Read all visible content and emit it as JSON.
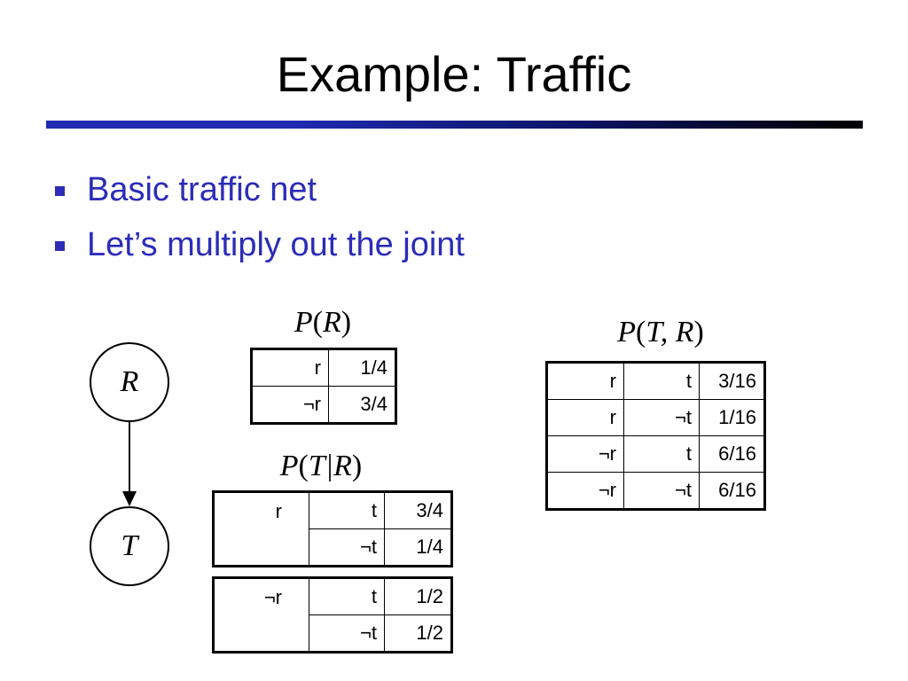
{
  "slide": {
    "title": "Example: Traffic",
    "bullets": [
      "Basic traffic net",
      "Let’s multiply out the joint"
    ]
  },
  "network": {
    "nodes": [
      "R",
      "T"
    ],
    "edge": {
      "from": "R",
      "to": "T"
    }
  },
  "tables": {
    "p_r": {
      "label": {
        "f": "P",
        "open": "(",
        "args": "R",
        "close": ")"
      },
      "rows": [
        [
          "r",
          "1/4"
        ],
        [
          "¬r",
          "3/4"
        ]
      ]
    },
    "p_t_given_r": {
      "label": {
        "f": "P",
        "open": "(",
        "args": "T|R",
        "close": ")"
      },
      "blocks": [
        {
          "r": "r",
          "rows": [
            [
              "t",
              "3/4"
            ],
            [
              "¬t",
              "1/4"
            ]
          ]
        },
        {
          "r": "¬r",
          "rows": [
            [
              "t",
              "1/2"
            ],
            [
              "¬t",
              "1/2"
            ]
          ]
        }
      ]
    },
    "p_t_r": {
      "label": {
        "f": "P",
        "open": "(",
        "args": "T, R",
        "close": ")"
      },
      "rows": [
        [
          "r",
          "t",
          "3/16"
        ],
        [
          "r",
          "¬t",
          "1/16"
        ],
        [
          "¬r",
          "t",
          "6/16"
        ],
        [
          "¬r",
          "¬t",
          "6/16"
        ]
      ]
    }
  }
}
